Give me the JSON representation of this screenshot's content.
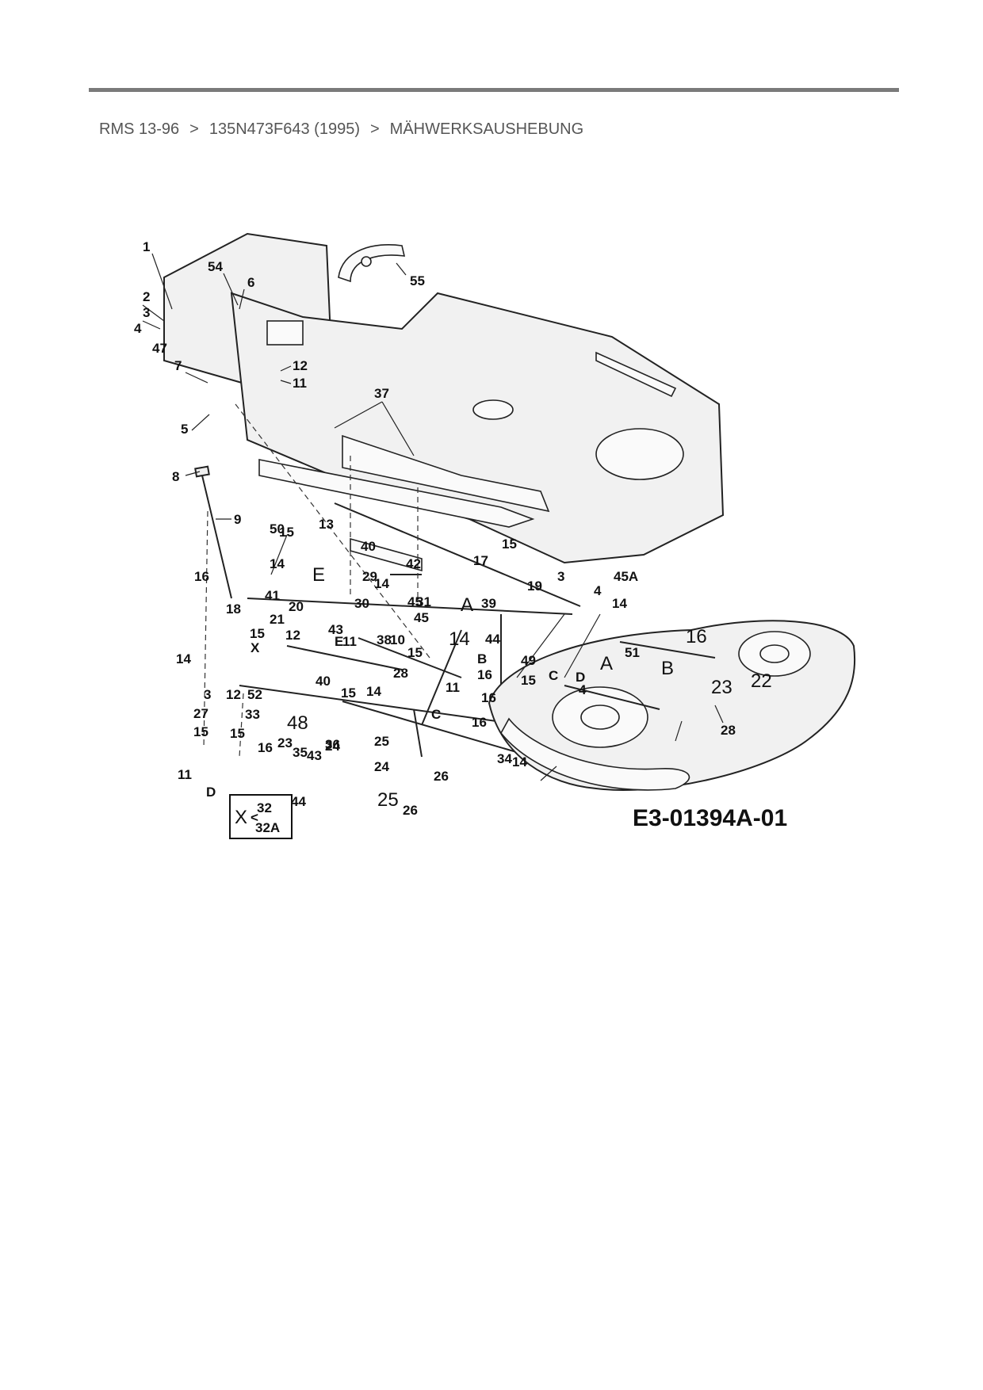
{
  "breadcrumb": {
    "items": [
      "RMS 13-96",
      "135N473F643 (1995)",
      "MÄHWERKSAUSHEBUNG"
    ],
    "separator": ">"
  },
  "diagram": {
    "code": "E3-01394A-01",
    "inset": {
      "marker": "X",
      "parts": [
        "32",
        "32A"
      ]
    },
    "labels": [
      "1",
      "54",
      "6",
      "55",
      "2",
      "3",
      "4",
      "47",
      "7",
      "12",
      "11",
      "37",
      "5",
      "8",
      "50",
      "E",
      "9",
      "13",
      "14",
      "15",
      "40",
      "42",
      "17",
      "15",
      "16",
      "29",
      "45",
      "14",
      "19",
      "41",
      "3",
      "4",
      "45A",
      "18",
      "20",
      "31",
      "A",
      "39",
      "30",
      "21",
      "45",
      "14",
      "15",
      "X",
      "43",
      "11",
      "12",
      "E",
      "38",
      "10",
      "14",
      "44",
      "14",
      "15",
      "28",
      "B",
      "49",
      "A",
      "51",
      "16",
      "40",
      "16",
      "15",
      "C",
      "D",
      "B",
      "23",
      "22",
      "3",
      "12",
      "52",
      "15",
      "14",
      "16",
      "11",
      "4",
      "27",
      "33",
      "15",
      "C",
      "16",
      "48",
      "24",
      "28",
      "15",
      "16",
      "23",
      "35",
      "43",
      "36",
      "25",
      "14",
      "11",
      "24",
      "26",
      "34",
      "D",
      "44",
      "25",
      "26"
    ]
  }
}
